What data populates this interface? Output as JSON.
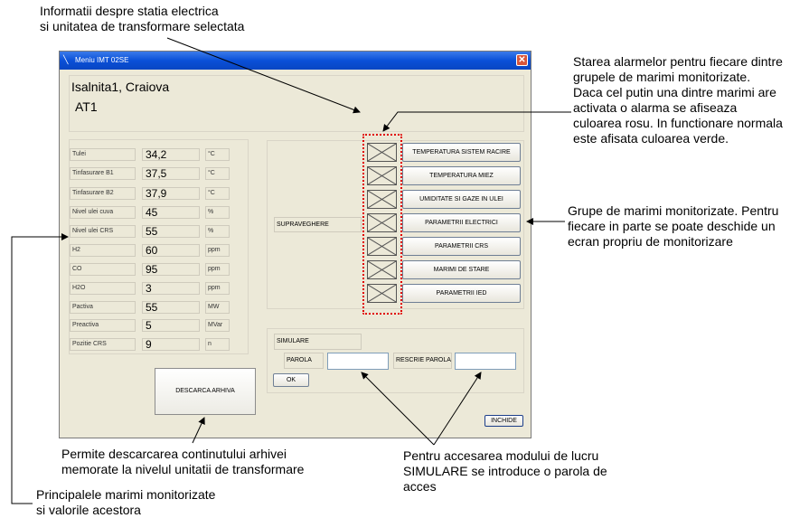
{
  "annotations": {
    "top": [
      "Informatii despre statia electrica",
      "si unitatea de transformare selectata"
    ],
    "alarms": [
      "Starea alarmelor pentru fiecare dintre",
      "grupele de marimi monitorizate.",
      "Daca cel putin una dintre marimi are",
      "activata o alarma se afiseaza",
      "culoarea rosu. In functionare normala",
      "este afisata culoarea verde."
    ],
    "groups": [
      "Grupe de marimi monitorizate. Pentru",
      "fiecare in parte se poate deschide un",
      "ecran propriu de monitorizare"
    ],
    "archive": [
      "Permite descarcarea continutului arhivei",
      "memorate la nivelul unitatii de transformare"
    ],
    "simulation": [
      "Pentru accesarea modului de lucru",
      "SIMULARE se introduce o parola de",
      "acces"
    ],
    "main_values": [
      "Principalele marimi monitorizate",
      "si valorile acestora"
    ]
  },
  "window": {
    "title": "Meniu IMT 02SE",
    "close_symbol": "✕",
    "station": "Isalnita1, Craiova",
    "transformer": "AT1"
  },
  "parameters": [
    {
      "label": "Tulei",
      "value": "34,2",
      "unit": "°C"
    },
    {
      "label": "Tinfasurare B1",
      "value": "37,5",
      "unit": "°C"
    },
    {
      "label": "Tinfasurare B2",
      "value": "37,9",
      "unit": "°C"
    },
    {
      "label": "Nivel ulei cuva",
      "value": "45",
      "unit": "%"
    },
    {
      "label": "Nivel ulei CRS",
      "value": "55",
      "unit": "%"
    },
    {
      "label": "H2",
      "value": "60",
      "unit": "ppm"
    },
    {
      "label": "CO",
      "value": "95",
      "unit": "ppm"
    },
    {
      "label": "H2O",
      "value": "3",
      "unit": "ppm"
    },
    {
      "label": "Pactiva",
      "value": "55",
      "unit": "MW"
    },
    {
      "label": "Preactiva",
      "value": "5",
      "unit": "MVar"
    },
    {
      "label": "Pozitie CRS",
      "value": "9",
      "unit": "n"
    }
  ],
  "monitor": {
    "supervision_label": "SUPRAVEGHERE",
    "groups": [
      "TEMPERATURA SISTEM RACIRE",
      "TEMPERATURA MIEZ",
      "UMIDITATE SI GAZE IN ULEI",
      "PARAMETRII ELECTRICI",
      "PARAMETRII CRS",
      "MARIMI DE STARE",
      "PARAMETRII IED"
    ]
  },
  "simulation": {
    "label": "SIMULARE",
    "password_label": "PAROLA",
    "password_value": "",
    "repeat_label": "RESCRIE PAROLA",
    "repeat_value": "",
    "ok_label": "OK"
  },
  "buttons": {
    "archive": "DESCARCA ARHIVA",
    "exit": "INCHIDE"
  },
  "colors": {
    "titlebar": "#0a50d8",
    "alarm_outline": "#e00000",
    "window_bg": "#ece9d8"
  }
}
